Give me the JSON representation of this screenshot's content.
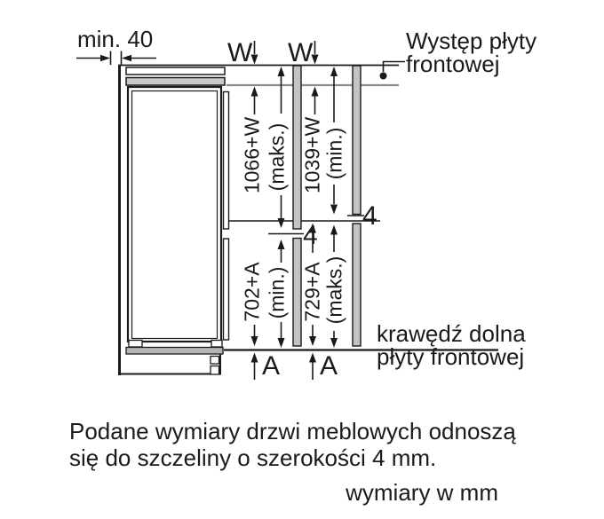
{
  "diagram": {
    "min_gap_label": "min. 40",
    "w_label_left": "W",
    "w_label_right": "W",
    "callout_top": {
      "line1": "Występ płyty",
      "line2": "frontowej"
    },
    "callout_bottom": {
      "line1": "krawędź dolna",
      "line2": "płyty frontowej"
    },
    "dims": {
      "upper_left_value": "1066+W",
      "upper_left_qual": "(maks.)",
      "upper_right_value": "1039+W",
      "upper_right_qual": "(min.)",
      "lower_left_value": "702+A",
      "lower_left_qual": "(min.)",
      "lower_right_value": "729+A",
      "lower_right_qual": "(maks.)",
      "gap_left": "4",
      "gap_right": "4",
      "a_left": "A",
      "a_right": "A"
    }
  },
  "caption": {
    "line1": "Podane wymiary drzwi meblowych odnoszą",
    "line2": "się do szczeliny o szerokości 4 mm.",
    "units": "wymiary w mm"
  },
  "colors": {
    "line": "#1a1a1a",
    "gray_line": "#8a8a8a",
    "panel_fill": "#c3c3c3",
    "plinth_fill": "#b5b5b5",
    "strip_fill": "#c9c9c9"
  }
}
